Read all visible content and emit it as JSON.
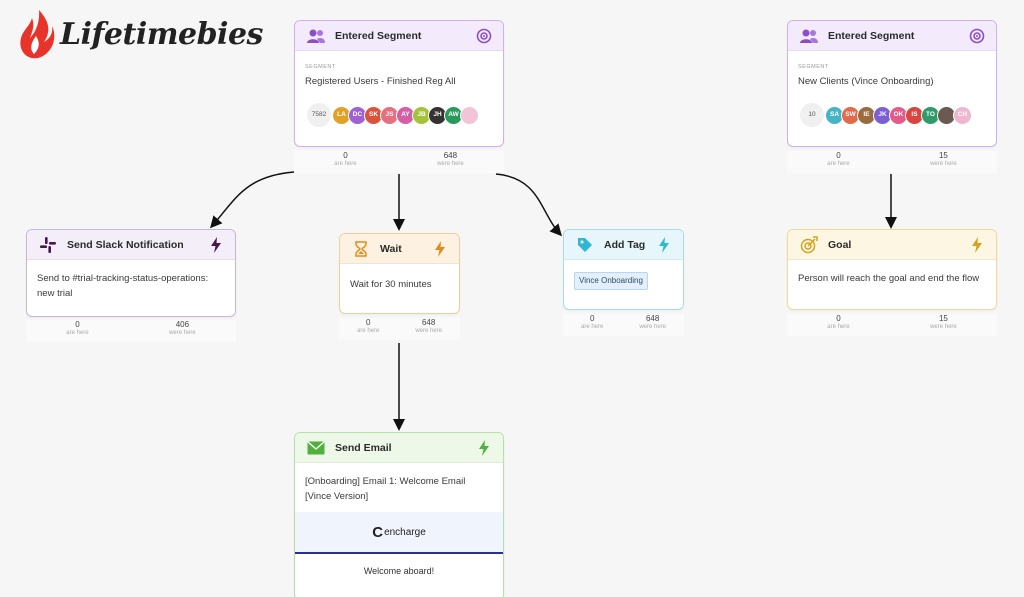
{
  "logo": {
    "text": "Lifetimebies"
  },
  "colors": {
    "accent_red": "#e8332a",
    "segment": "#8b4ec9",
    "slack": "#4a154b",
    "wait": "#e48a1c",
    "tag": "#2fb7d3",
    "goal": "#d6a21e",
    "email": "#4fb13b"
  },
  "nodes": {
    "segment1": {
      "header": "Entered Segment",
      "segment_label": "SEGMENT",
      "segment_name": "Registered Users - Finished Reg All",
      "count": "7582",
      "avatars": [
        "LA",
        "DC",
        "SK",
        "JS",
        "AY",
        "JB",
        "JH",
        "AW",
        ""
      ],
      "stats": {
        "here_num": "0",
        "here_label": "are here",
        "were_num": "648",
        "were_label": "were here"
      }
    },
    "segment2": {
      "header": "Entered Segment",
      "segment_label": "SEGMENT",
      "segment_name": "New Clients (Vince Onboarding)",
      "count": "10",
      "avatars": [
        "SA",
        "SW",
        "IE",
        "JK",
        "OK",
        "IS",
        "TO",
        "",
        "CH"
      ],
      "stats": {
        "here_num": "0",
        "here_label": "are here",
        "were_num": "15",
        "were_label": "were here"
      }
    },
    "slack": {
      "header": "Send Slack Notification",
      "body": "Send to #trial-tracking-status-operations: new trial",
      "stats": {
        "here_num": "0",
        "here_label": "are here",
        "were_num": "406",
        "were_label": "were here"
      }
    },
    "wait": {
      "header": "Wait",
      "body": "Wait for 30 minutes",
      "stats": {
        "here_num": "0",
        "here_label": "are here",
        "were_num": "648",
        "were_label": "were here"
      }
    },
    "tag": {
      "header": "Add Tag",
      "tag": "Vince Onboarding",
      "stats": {
        "here_num": "0",
        "here_label": "are here",
        "were_num": "648",
        "were_label": "were here"
      }
    },
    "goal": {
      "header": "Goal",
      "body": "Person will reach the goal and end the flow",
      "stats": {
        "here_num": "0",
        "here_label": "are here",
        "were_num": "15",
        "were_label": "were here"
      }
    },
    "email": {
      "header": "Send Email",
      "body": "[Onboarding] Email 1: Welcome Email [Vince Version]",
      "preview_logo": "encharge",
      "preview_welcome": "Welcome aboard!"
    }
  },
  "icons": {
    "segment": "people-icon",
    "target": "target-icon",
    "slack": "slack-icon",
    "wait": "hourglass-icon",
    "tag": "tag-icon",
    "goal": "goal-icon",
    "email": "envelope-icon",
    "action": "lightning-icon"
  }
}
